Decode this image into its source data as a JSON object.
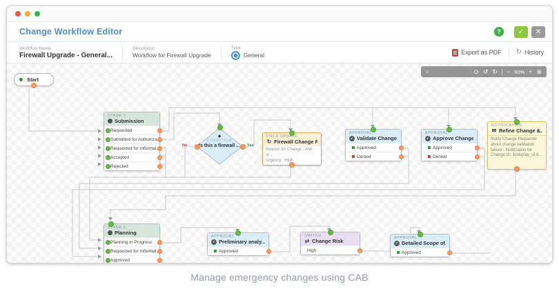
{
  "header": {
    "title": "Change Workflow Editor",
    "help_icon": "?",
    "confirm_icon": "✓",
    "close_icon": "✕"
  },
  "meta": {
    "fields": [
      {
        "label": "Workflow Name",
        "value": "Firewall Upgrade - General..."
      },
      {
        "label": "Description",
        "value": "Workflow for Firewall Upgrade"
      },
      {
        "label": "Type",
        "value": "General"
      }
    ],
    "export_pdf_label": "Export as PDF",
    "history_label": "History",
    "history_icon": "↻"
  },
  "toolbar": {
    "grip_icon": "≡",
    "power_icon": "⊙",
    "undo_icon": "↺",
    "redo_icon": "↻",
    "zoom_out": "−",
    "zoom_level": "90%",
    "zoom_in": "+",
    "reset_icon": "⊕"
  },
  "canvas": {
    "start_label": "Start",
    "nodes": {
      "stage1": {
        "kind": "Stage 1",
        "title": "Submission",
        "rows": [
          "Requested",
          "Submitted for Authoriza...",
          "Requested for Informat...",
          "Accepted",
          "Rejected"
        ]
      },
      "condition": {
        "kind": "Condition",
        "title": "Is this a firewall ...",
        "icon": "◆",
        "no": "No",
        "yes": "Yes"
      },
      "field_update": {
        "kind": "Field Update",
        "title": "Firewall Change R...",
        "icon": "↻",
        "lines": [
          "Reason for Change : Anti vi...",
          "Urgency : High"
        ]
      },
      "approval_validate": {
        "kind": "Approval",
        "title": "Validate Change ...",
        "icon": "✓",
        "rows": [
          "Approved",
          "Denied"
        ]
      },
      "approval_approve": {
        "kind": "Approval",
        "title": "Approve Change ...",
        "icon": "✓",
        "rows": [
          "Approved",
          "Denied"
        ]
      },
      "notification": {
        "kind": "Notification",
        "title": "Refine Change &...",
        "icon": "✉",
        "body": "Notify Change Requester about change validation failure - Notification for Change ID: $(display_id.d..."
      },
      "stage2": {
        "kind": "Stage 2",
        "title": "Planning",
        "rows": [
          "Planning In Progress",
          "Requested for Informat...",
          "Approved"
        ]
      },
      "approval_preliminary": {
        "kind": "Approval",
        "title": "Preliminary analy...",
        "icon": "✓",
        "rows": [
          "Approved"
        ]
      },
      "switch": {
        "kind": "Switch",
        "title": "Change Risk",
        "icon": "⇄",
        "rows": [
          "High"
        ]
      },
      "approval_detailed": {
        "kind": "Approval",
        "title": "Detailed Scope of...",
        "icon": "✓",
        "rows": [
          "Approved"
        ]
      }
    }
  },
  "caption": "Manage emergency changes using CAB",
  "colors": {
    "accent": "#4a90c9",
    "green_btn": "#8dc63f",
    "close_btn": "#9a9a9a",
    "help": "#3fae49",
    "mac_red": "#ee544a",
    "mac_yellow": "#f5a73b",
    "mac_green": "#38b44a",
    "stage_header": "#d5e7dc",
    "approval_header": "#daeef7",
    "switch_header": "#e8e0f2",
    "fieldupdate_bg": "#fbf0d8",
    "fieldupdate_border": "#d8a648",
    "notification_bg": "#fcf7da",
    "notification_border": "#d6c35a",
    "condition_fill": "#d9edf7",
    "condition_border": "#a3bfcc",
    "orange_dot": "#f59b5f",
    "green_dot": "#66bd44",
    "approved": "#2f9e3f",
    "denied": "#d0413b",
    "line": "#c9c9c9",
    "toolbar_bg": "#8d8d8d",
    "pdf_red": "#d14836",
    "caption_color": "#959ba3"
  }
}
